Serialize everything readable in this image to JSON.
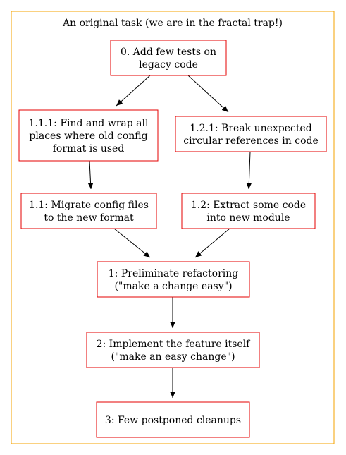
{
  "cluster": {
    "title": "An original task (we are in the fractal trap!)",
    "border_color": "#f5a300"
  },
  "node_style": {
    "border_color": "#e60000",
    "text_color": "#000000"
  },
  "edge_style": {
    "color": "#000000"
  },
  "nodes": [
    {
      "id": "n0",
      "lines": [
        "0. Add few tests on",
        "legacy code"
      ]
    },
    {
      "id": "n111",
      "lines": [
        "1.1.1: Find and wrap all",
        "places where old config",
        "format is used"
      ]
    },
    {
      "id": "n121",
      "lines": [
        "1.2.1: Break unexpected",
        "circular references in code"
      ]
    },
    {
      "id": "n11",
      "lines": [
        "1.1: Migrate config files",
        "to the new format"
      ]
    },
    {
      "id": "n12",
      "lines": [
        "1.2: Extract some code",
        "into new module"
      ]
    },
    {
      "id": "n1",
      "lines": [
        "1: Preliminate refactoring",
        "(\"make a change easy\")"
      ]
    },
    {
      "id": "n2",
      "lines": [
        "2: Implement the feature itself",
        "(\"make an easy change\")"
      ]
    },
    {
      "id": "n3",
      "lines": [
        "3: Few postponed cleanups"
      ]
    }
  ],
  "edges": [
    {
      "from": "n0",
      "to": "n111"
    },
    {
      "from": "n0",
      "to": "n121"
    },
    {
      "from": "n111",
      "to": "n11"
    },
    {
      "from": "n121",
      "to": "n12"
    },
    {
      "from": "n11",
      "to": "n1"
    },
    {
      "from": "n12",
      "to": "n1"
    },
    {
      "from": "n1",
      "to": "n2"
    },
    {
      "from": "n2",
      "to": "n3"
    }
  ]
}
